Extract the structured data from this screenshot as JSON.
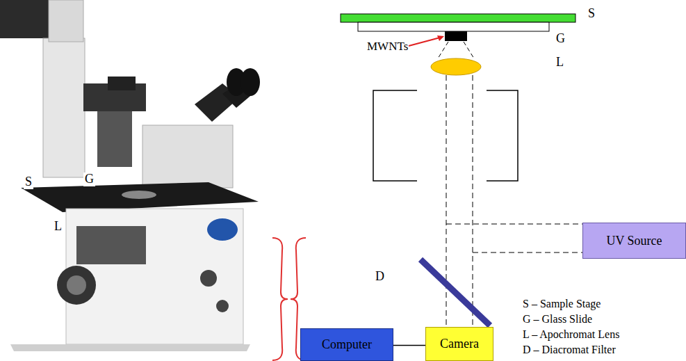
{
  "diagram": {
    "nodes": [
      {
        "text": [
          "UV Source"
        ]
      },
      {
        "text": [
          "Computer"
        ]
      },
      {
        "text": [
          "Camera"
        ]
      }
    ],
    "edges": [
      {
        "from": 1,
        "to": 2,
        "arrow": "none"
      }
    ],
    "labels": [
      "S",
      "G",
      "L",
      "S",
      "G",
      "MWNTs",
      "L",
      "D",
      "S – Sample Stage",
      "G – Glass Slide",
      "L – Apochromat Lens",
      "D – Diacromat Filter"
    ]
  }
}
